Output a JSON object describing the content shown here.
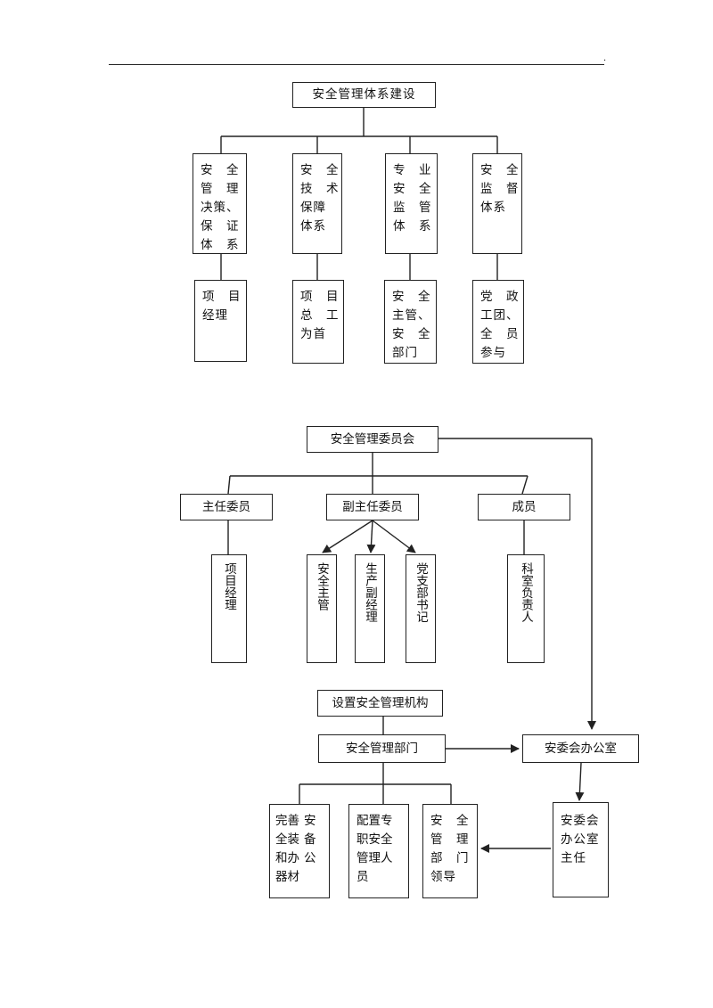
{
  "diagram1": {
    "root": "安全管理体系建设",
    "systems": [
      "安　全\n管　理\n决策、\n保　证\n体　系",
      "安　全\n技　术\n保障\n体系",
      "专　业\n安　全\n监　管\n体　系",
      "安　全\n监　督\n体系"
    ],
    "leads": [
      "项　目\n经理",
      "项　目\n总　工\n为首",
      "安　全\n主管、\n安　全\n部门",
      "党　政\n工团、\n全　员\n参与"
    ]
  },
  "diagram2": {
    "root": "安全管理委员会",
    "roles": [
      "主任委员",
      "副主任委员",
      "成员"
    ],
    "chair": "项目经理",
    "vice": [
      "安全主管",
      "生产副经理",
      "党支部书记"
    ],
    "member": "科室负责人",
    "org": "设置安全管理机构",
    "dept": "安全管理部门",
    "office": "安委会办公室",
    "office_head": "安委会\n办公室\n主任",
    "dept_children": [
      "完善\n全装\n和办\n器材",
      "安\n备\n公",
      "配置专\n职安全\n管理人\n员",
      "安　全\n管　理\n部　门\n领导"
    ]
  }
}
